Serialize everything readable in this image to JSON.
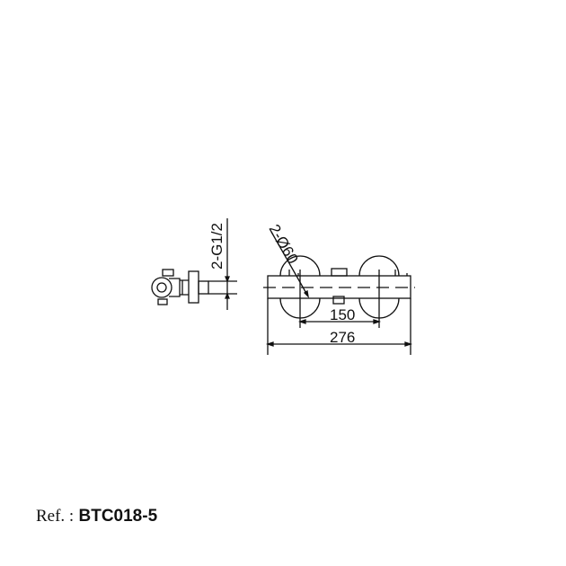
{
  "drawing": {
    "side_view_label": "2-G1/2",
    "knob_label": "2-Ø60",
    "dim_centers": "150",
    "dim_overall": "276"
  },
  "reference": {
    "label": "Ref. :",
    "code": "BTC018-5"
  }
}
